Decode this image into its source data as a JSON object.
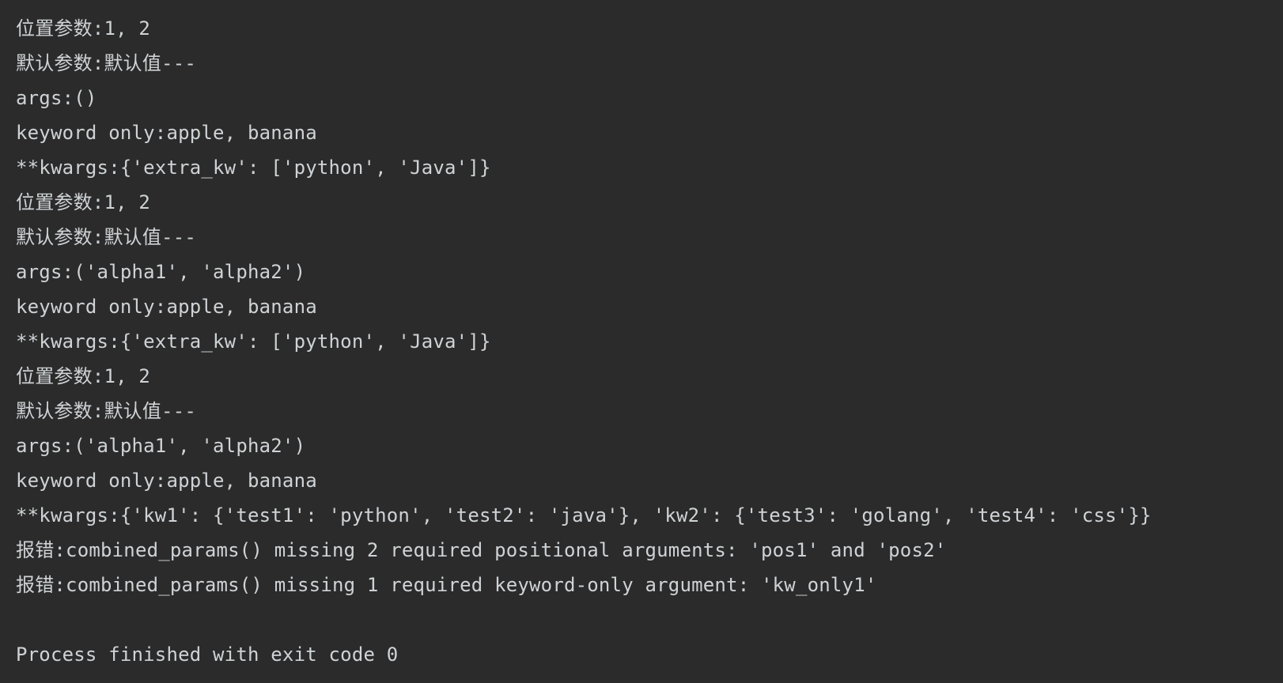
{
  "console": {
    "lines": [
      "位置参数:1, 2",
      "默认参数:默认值---",
      "args:()",
      "keyword only:apple, banana",
      "**kwargs:{'extra_kw': ['python', 'Java']}",
      "位置参数:1, 2",
      "默认参数:默认值---",
      "args:('alpha1', 'alpha2')",
      "keyword only:apple, banana",
      "**kwargs:{'extra_kw': ['python', 'Java']}",
      "位置参数:1, 2",
      "默认参数:默认值---",
      "args:('alpha1', 'alpha2')",
      "keyword only:apple, banana",
      "**kwargs:{'kw1': {'test1': 'python', 'test2': 'java'}, 'kw2': {'test3': 'golang', 'test4': 'css'}}",
      "报错:combined_params() missing 2 required positional arguments: 'pos1' and 'pos2'",
      "报错:combined_params() missing 1 required keyword-only argument: 'kw_only1'",
      "",
      "Process finished with exit code 0"
    ]
  },
  "colors": {
    "background": "#2b2b2b",
    "text": "#cfd3d6"
  }
}
